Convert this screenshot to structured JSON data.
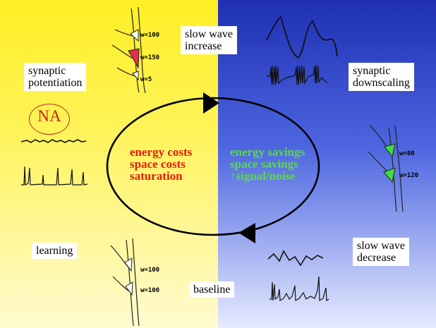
{
  "colors": {
    "left_panel": "#fff35a",
    "right_panel": "#3f56d6",
    "costs_text": "#e81c0c",
    "savings_text": "#5cd84a",
    "potentiated_spine": "#e0304a",
    "downscaled_spine": "#3ce040"
  },
  "labels": {
    "synaptic_potentiation": [
      "synaptic",
      "potentiation"
    ],
    "slow_wave_increase": [
      "slow wave",
      "increase"
    ],
    "synaptic_downscaling": [
      "synaptic",
      "downscaling"
    ],
    "slow_wave_decrease": [
      "slow wave",
      "decrease"
    ],
    "learning": "learning",
    "baseline": "baseline",
    "na": "NA"
  },
  "costs": [
    "energy costs",
    "space costs",
    "saturation"
  ],
  "savings": [
    "energy savings",
    "space savings",
    "signal/noise"
  ],
  "savings_arrow_symbol": "↑",
  "weights": {
    "top_dendrite": [
      "w=100",
      "w=150",
      "w=5"
    ],
    "right_dendrite": [
      "w=80",
      "w=120"
    ],
    "bottom_dendrite": [
      "w=100",
      "w=100"
    ]
  },
  "icons": [
    "cycle-arrow",
    "dendrite",
    "eeg-trace"
  ]
}
